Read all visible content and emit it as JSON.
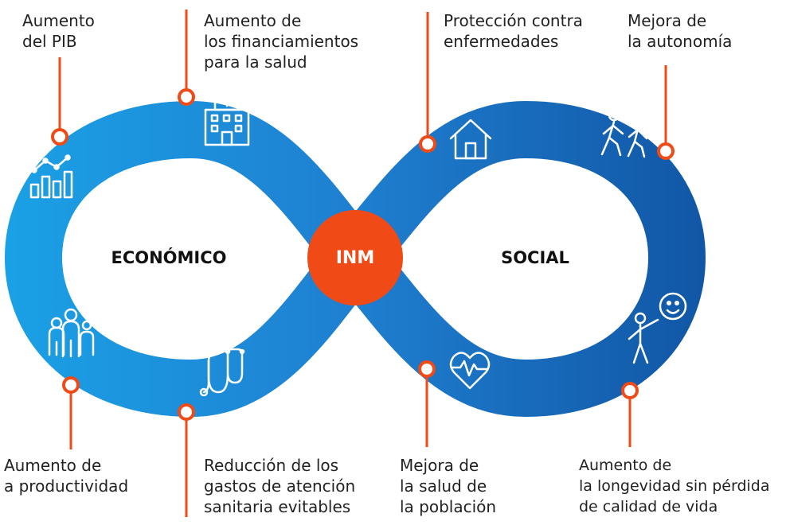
{
  "diagram": {
    "center_label": "INM",
    "left_label": "ECONÓMICO",
    "right_label": "SOCIAL",
    "benefits": [
      {
        "id": "pib",
        "lines": [
          "Aumento",
          "del PIB"
        ],
        "icon": "line-chart-icon"
      },
      {
        "id": "financiamientos",
        "lines": [
          "Aumento de",
          "los financiamientos",
          "para la salud"
        ],
        "icon": "hospital-icon"
      },
      {
        "id": "enfermedades",
        "lines": [
          "Protección contra",
          "enfermedades"
        ],
        "icon": "house-icon"
      },
      {
        "id": "autonomia",
        "lines": [
          "Mejora de",
          "la autonomía"
        ],
        "icon": "walking-people-icon"
      },
      {
        "id": "productividad",
        "lines": [
          "Aumento de",
          "a productividad"
        ],
        "icon": "family-icon"
      },
      {
        "id": "gastos",
        "lines": [
          "Reducción de los",
          "gastos de atención",
          "sanitaria evitables"
        ],
        "icon": "stethoscope-icon"
      },
      {
        "id": "salud",
        "lines": [
          "Mejora de",
          "la salud de",
          "la población"
        ],
        "icon": "heart-pulse-icon"
      },
      {
        "id": "longevidad",
        "lines": [
          "Aumento de",
          "la longevidad sin pérdida",
          "de calidad de vida"
        ],
        "icon": "happy-person-icon"
      }
    ],
    "colors": {
      "loop_light": "#1aa1e6",
      "loop_mid": "#1f7fd0",
      "loop_dark": "#0e4d9c",
      "accent": "#f04a16",
      "icon_stroke": "#ffffff",
      "text": "#222222"
    }
  }
}
